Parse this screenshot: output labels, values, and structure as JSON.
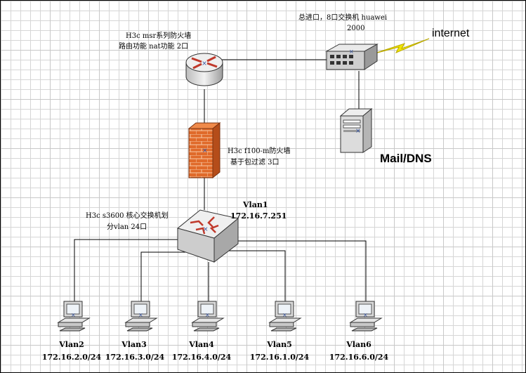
{
  "router": {
    "line1": "H3c  msr系列防火墙",
    "line2": "路由功能  nat功能   2口"
  },
  "uplink_switch": {
    "line1": "总进口，8口交换机 huawei",
    "line2": "2000"
  },
  "internet_label": "internet",
  "server_label": "Mail/DNS",
  "firewall": {
    "line1": "H3c  f100-m防火墙",
    "line2": "基于包过滤    3口"
  },
  "core_switch": {
    "line1": "H3c s3600  核心交换机划",
    "line2": "分vlan   24口"
  },
  "vlan1": {
    "name": "Vlan1",
    "ip": "172.16.7.251"
  },
  "vlans": [
    {
      "name": "Vlan2",
      "net": "172.16.2.0/24"
    },
    {
      "name": "Vlan3",
      "net": "172.16.3.0/24"
    },
    {
      "name": "Vlan4",
      "net": "172.16.4.0/24"
    },
    {
      "name": "Vlan5",
      "net": "172.16.1.0/24"
    },
    {
      "name": "Vlan6",
      "net": "172.16.6.0/24"
    }
  ],
  "colors": {
    "brick": "#e06a2a",
    "router_arrows": "#c0392b",
    "lightning": "#f2e600",
    "device_grey": "#d8d8d8"
  }
}
